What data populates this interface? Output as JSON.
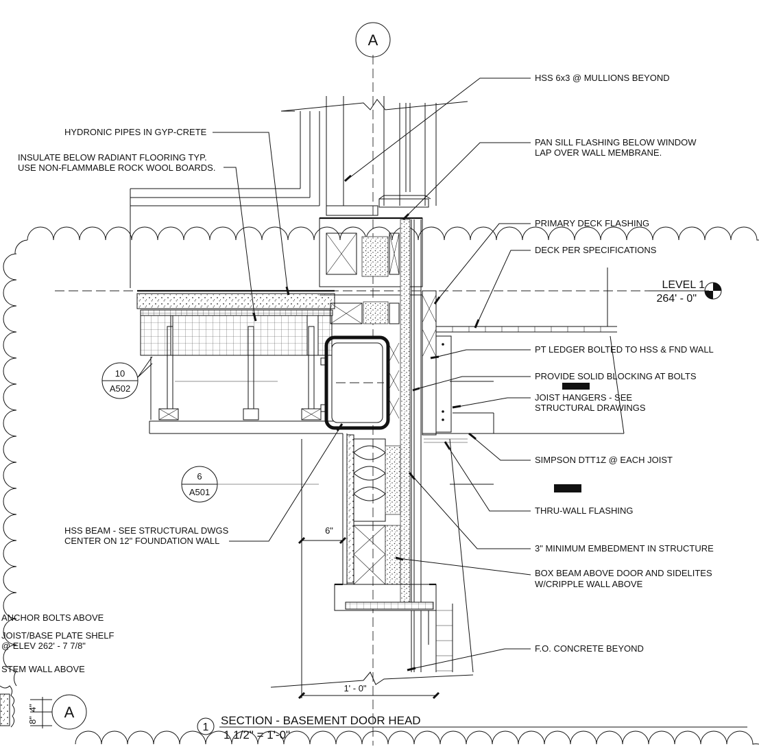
{
  "drawing": {
    "grid_bubble": "A",
    "level_marker": {
      "name": "LEVEL 1",
      "elevation": "264' - 0\""
    },
    "title": {
      "number": "1",
      "name": "SECTION - BASEMENT DOOR HEAD",
      "scale": "1 1/2\" = 1'-0\""
    },
    "detail_refs": [
      {
        "detail": "10",
        "sheet": "A502"
      },
      {
        "detail": "6",
        "sheet": "A501"
      }
    ],
    "dimensions": {
      "offset": "6\"",
      "width": "1' - 0\"",
      "dim_a": "4\"",
      "dim_b": "8\""
    },
    "callouts_left": [
      "HYDRONIC PIPES IN GYP-CRETE",
      "INSULATE BELOW RADIANT FLOORING TYP.",
      "USE NON-FLAMMABLE ROCK WOOL BOARDS.",
      "HSS BEAM - SEE STRUCTURAL DWGS",
      "CENTER ON 12\" FOUNDATION WALL",
      "ANCHOR BOLTS ABOVE",
      "JOIST/BASE PLATE SHELF",
      "@ ELEV 262' - 7 7/8\"",
      "STEM WALL ABOVE"
    ],
    "callouts_right": [
      "HSS 6x3 @ MULLIONS BEYOND",
      "PAN SILL FLASHING BELOW WINDOW",
      "LAP OVER WALL MEMBRANE.",
      "PRIMARY DECK FLASHING",
      "DECK PER SPECIFICATIONS",
      "PT LEDGER BOLTED TO HSS & FND WALL",
      "PROVIDE SOLID BLOCKING AT BOLTS",
      "JOIST HANGERS - SEE",
      "STRUCTURAL DRAWINGS",
      "SIMPSON DTT1Z @ EACH JOIST",
      "THRU-WALL FLASHING",
      "3\" MINIMUM EMBEDMENT IN STRUCTURE",
      "BOX BEAM ABOVE DOOR AND SIDELITES",
      "W/CRIPPLE WALL ABOVE",
      "F.O. CONCRETE BEYOND"
    ]
  }
}
